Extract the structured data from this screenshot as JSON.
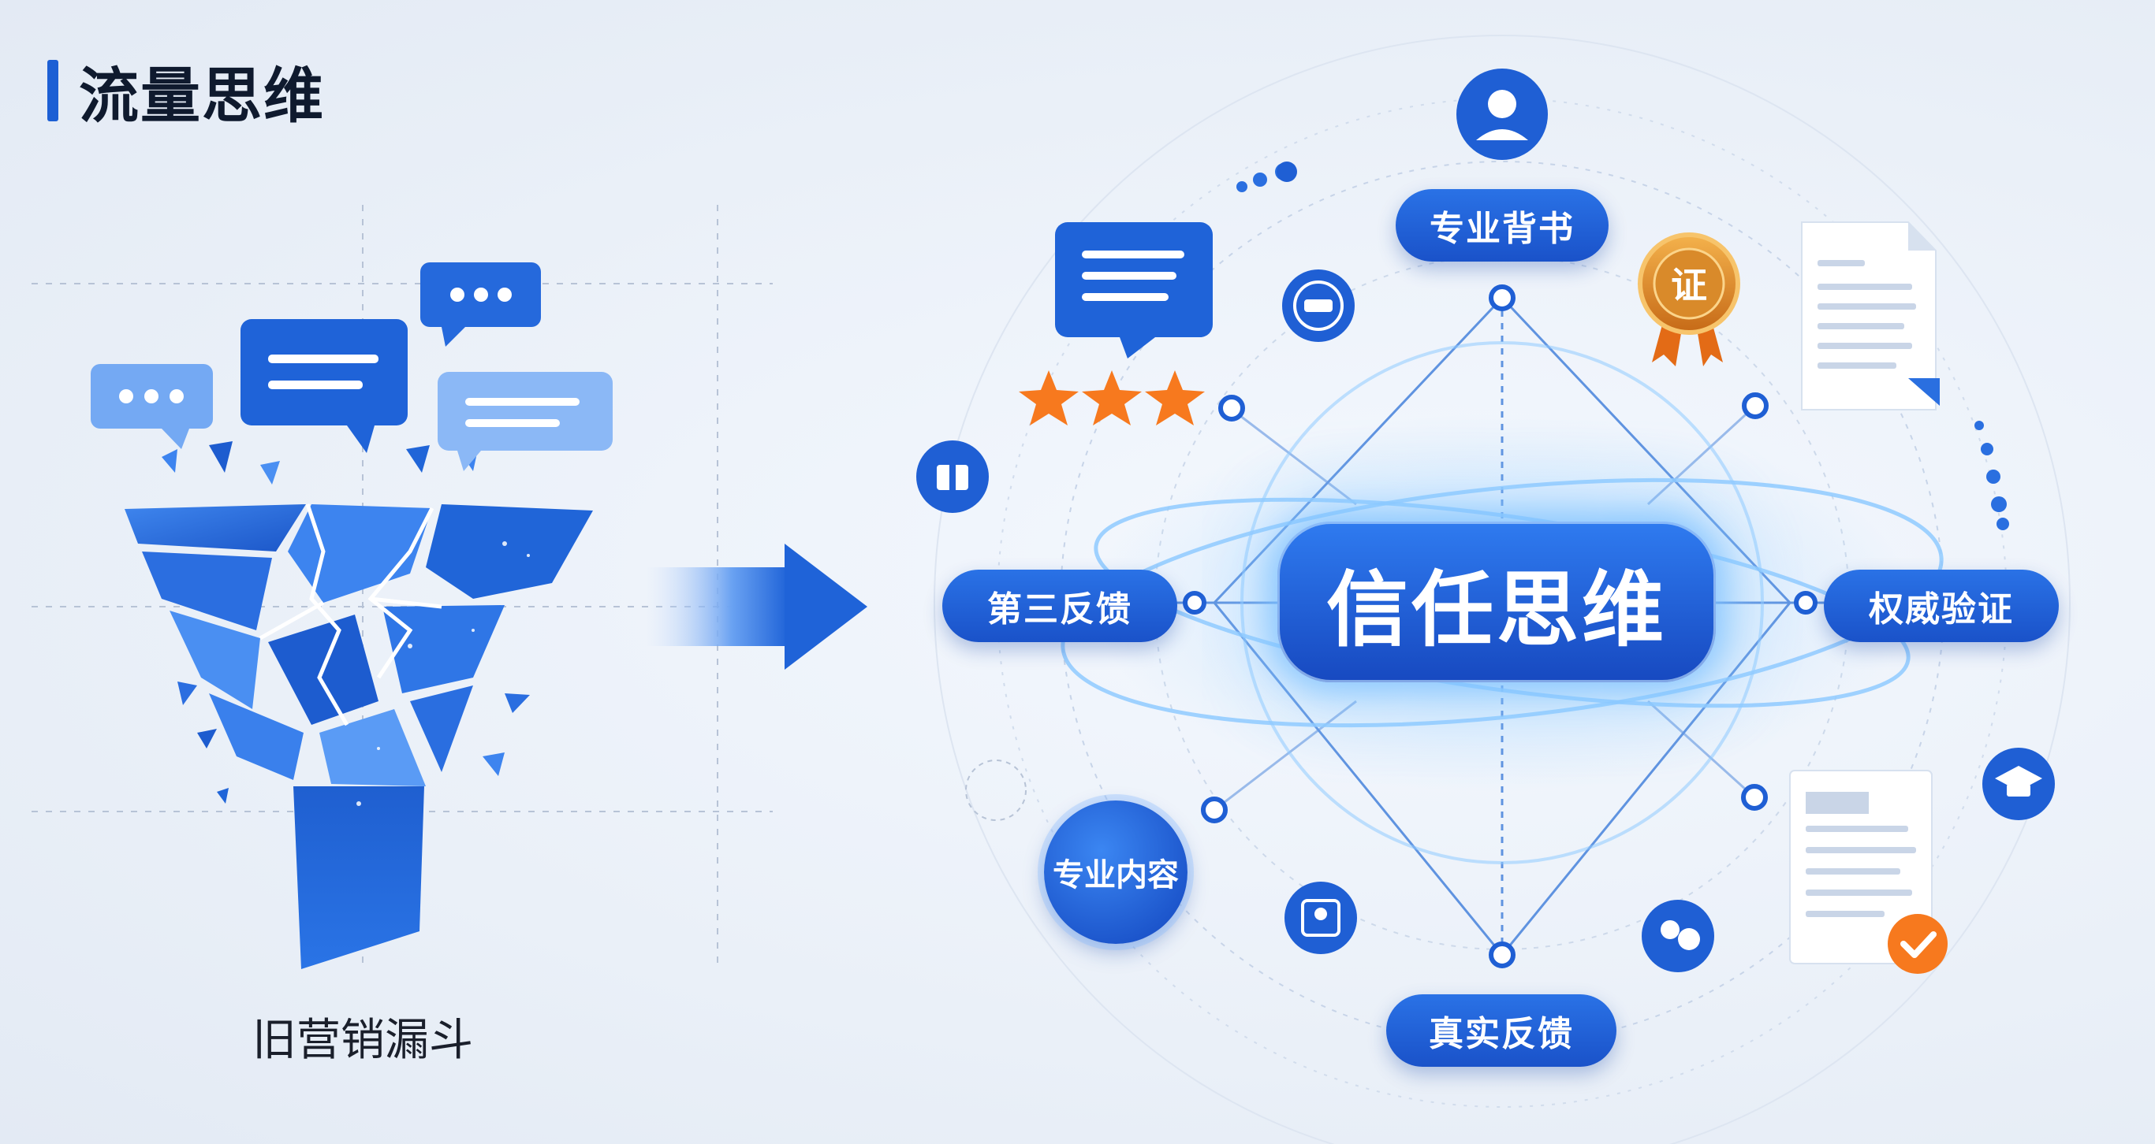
{
  "title": "流量思维",
  "funnel_caption": "旧营销漏斗",
  "center_label": "信任思维",
  "nodes": {
    "top": "专业背书",
    "left": "第三反馈",
    "right": "权威验证",
    "bottom": "真实反馈",
    "bottom_left": "专业内容"
  },
  "badge_text": "证",
  "colors": {
    "primary": "#1c5fd4",
    "dark": "#1749c0",
    "light": "#6aa7ff",
    "star": "#f7791e",
    "check": "#f7791e",
    "badge": "#d98a2a"
  }
}
